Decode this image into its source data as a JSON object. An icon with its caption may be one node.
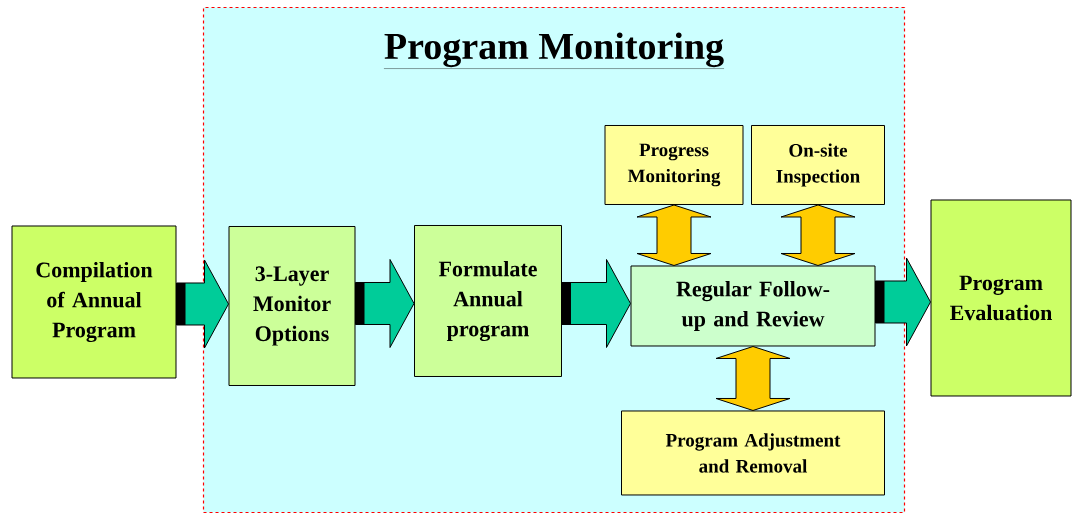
{
  "diagram": {
    "nodes": [
      {
        "text": [
          "Program Monitoring"
        ]
      },
      {
        "text": [
          "Compilation of Annual Program"
        ]
      },
      {
        "text": [
          "3-Layer Monitor Options"
        ],
        "in": 0
      },
      {
        "text": [
          "Formulate Annual program"
        ],
        "in": 0
      },
      {
        "text": [
          "Progress Monitoring"
        ],
        "in": 0
      },
      {
        "text": [
          "On-site Inspection"
        ],
        "in": 0
      },
      {
        "text": [
          "Regular Follow-up and Review"
        ],
        "in": 0
      },
      {
        "text": [
          "Program Adjustment and Removal"
        ],
        "in": 0
      },
      {
        "text": [
          "Program Evaluation"
        ]
      }
    ],
    "edges": [
      {
        "from": 1,
        "to": 2,
        "arrow": "to"
      },
      {
        "from": 2,
        "to": 3,
        "arrow": "to"
      },
      {
        "from": 3,
        "to": 6,
        "arrow": "to"
      },
      {
        "from": 6,
        "to": 8,
        "arrow": "to"
      },
      {
        "from": 4,
        "to": 6,
        "arrow": "both",
        "color": "#ffcc00"
      },
      {
        "from": 5,
        "to": 6,
        "arrow": "both",
        "color": "#ffcc00"
      },
      {
        "from": 6,
        "to": 7,
        "arrow": "both",
        "color": "#ffcc00"
      }
    ]
  }
}
